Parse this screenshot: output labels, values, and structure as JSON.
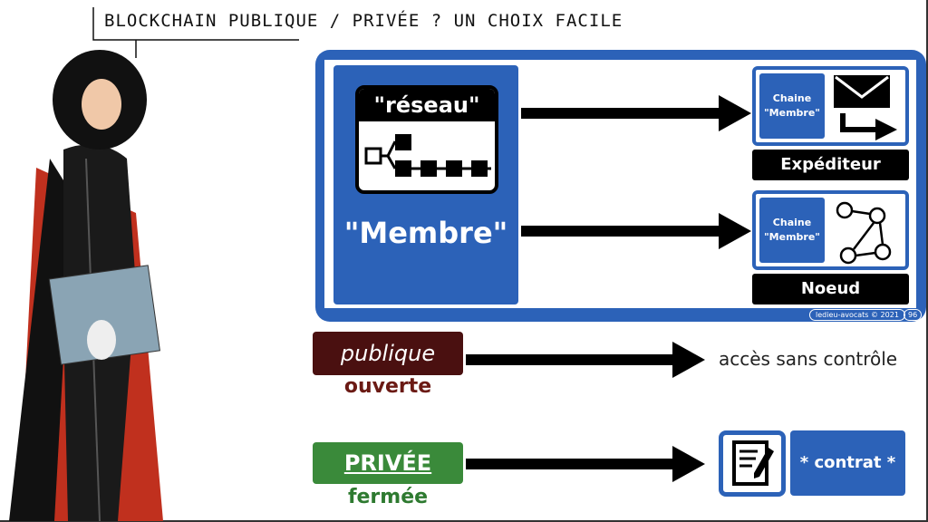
{
  "title": "BLOCKCHAIN PUBLIQUE / PRIVÉE ? UN CHOIX FACILE",
  "network": {
    "label": "\"réseau\"",
    "member": "\"Membre\""
  },
  "roles": [
    {
      "chip": "Chaine \"Membre\"",
      "label": "Expéditeur",
      "icon": "envelope-send-icon"
    },
    {
      "chip": "Chaine \"Membre\"",
      "label": "Noeud",
      "icon": "node-graph-icon"
    }
  ],
  "footer": {
    "credit": "ledieu-avocats © 2021",
    "page": "96"
  },
  "publique": {
    "label": "publique",
    "sub": "ouverte",
    "result": "accès sans contrôle",
    "color": "#4a1010"
  },
  "privee": {
    "label": "PRIVÉE",
    "sub": "fermée",
    "result": "* contrat *",
    "color": "#3a8a3a"
  },
  "colors": {
    "blue": "#2c62b8"
  }
}
